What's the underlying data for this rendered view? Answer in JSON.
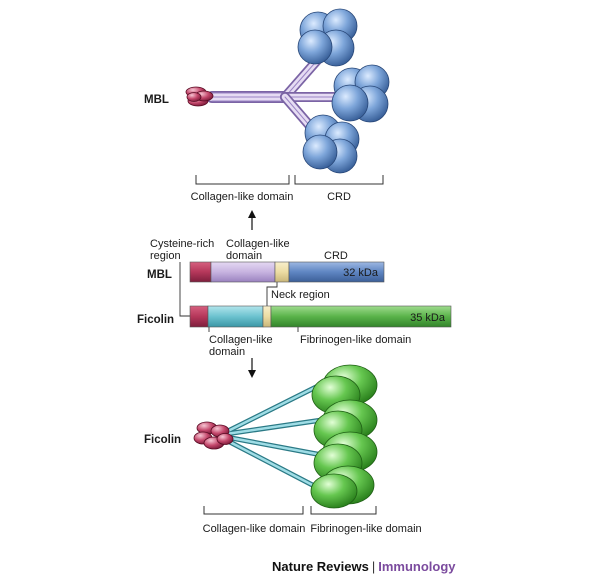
{
  "mbl_top": {
    "protein_label": "MBL",
    "collagen_label": "Collagen-like domain",
    "crd_label": "CRD"
  },
  "domain_bars": {
    "cysteine_label_line1": "Cysteine-rich",
    "cysteine_label_line2": "region",
    "collagen_label_line1": "Collagen-like",
    "collagen_label_line2": "domain",
    "crd_label": "CRD",
    "mbl_label": "MBL",
    "mbl_mass": "32 kDa",
    "neck_label": "Neck region",
    "ficolin_label": "Ficolin",
    "ficolin_mass": "35 kDa",
    "ficolin_collagen_line1": "Collagen-like",
    "ficolin_collagen_line2": "domain",
    "fibrinogen_label": "Fibrinogen-like domain"
  },
  "ficolin_bottom": {
    "protein_label": "Ficolin",
    "collagen_label": "Collagen-like domain",
    "fibrinogen_label": "Fibrinogen-like domain"
  },
  "footer": {
    "publisher": "Nature Reviews",
    "separator": "|",
    "journal": "Immunology"
  },
  "colors": {
    "cysteine": "#b5375a",
    "collagen_mbl": "#c7b3e0",
    "neck": "#ecdca3",
    "crd": "#5f86c2",
    "collagen_ficolin": "#6cc2cf",
    "fibrinogen": "#5ab34a"
  }
}
